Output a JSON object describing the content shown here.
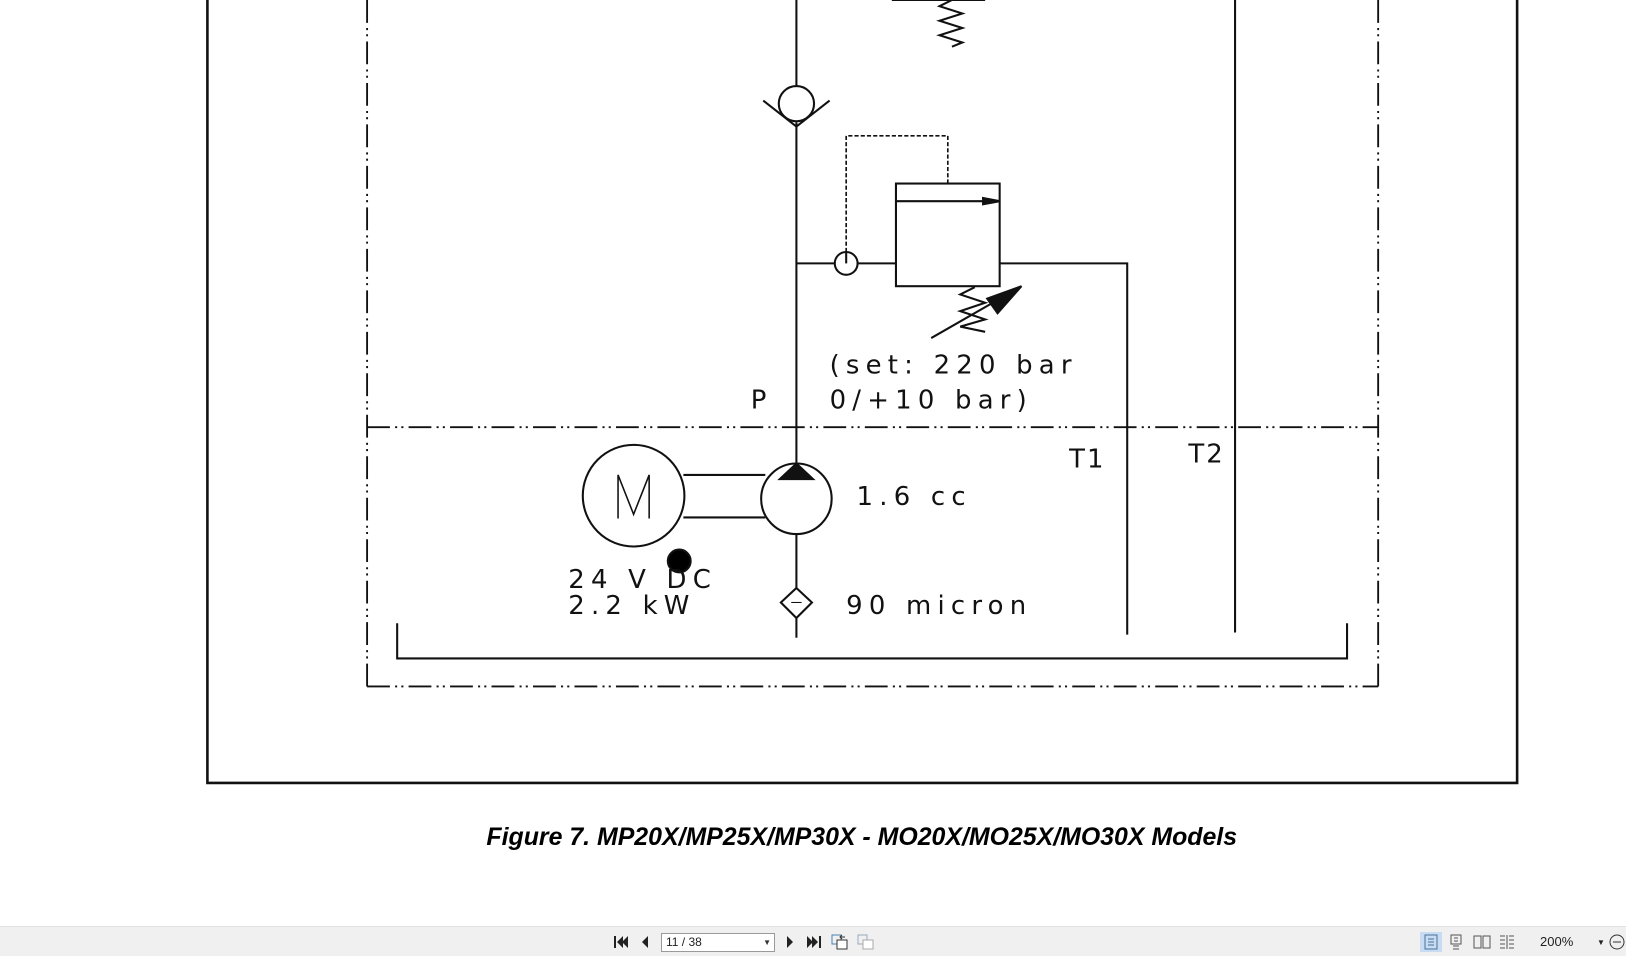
{
  "document": {
    "diagram_labels": {
      "set_line1": "(set: 220 bar",
      "set_line2": "0/+10 bar)",
      "port_p": "P",
      "port_t1": "T1",
      "port_t2": "T2",
      "motor": "M",
      "motor_voltage": "24 V DC",
      "motor_power": "2.2 kW",
      "pump_displacement": "1.6 cc",
      "filter": "90 micron"
    },
    "caption": "Figure 7. MP20X/MP25X/MP30X - MO20X/MO25X/MO30X Models"
  },
  "toolbar": {
    "page_indicator": "11 / 38",
    "zoom": "200%",
    "active_view": "single-page"
  }
}
